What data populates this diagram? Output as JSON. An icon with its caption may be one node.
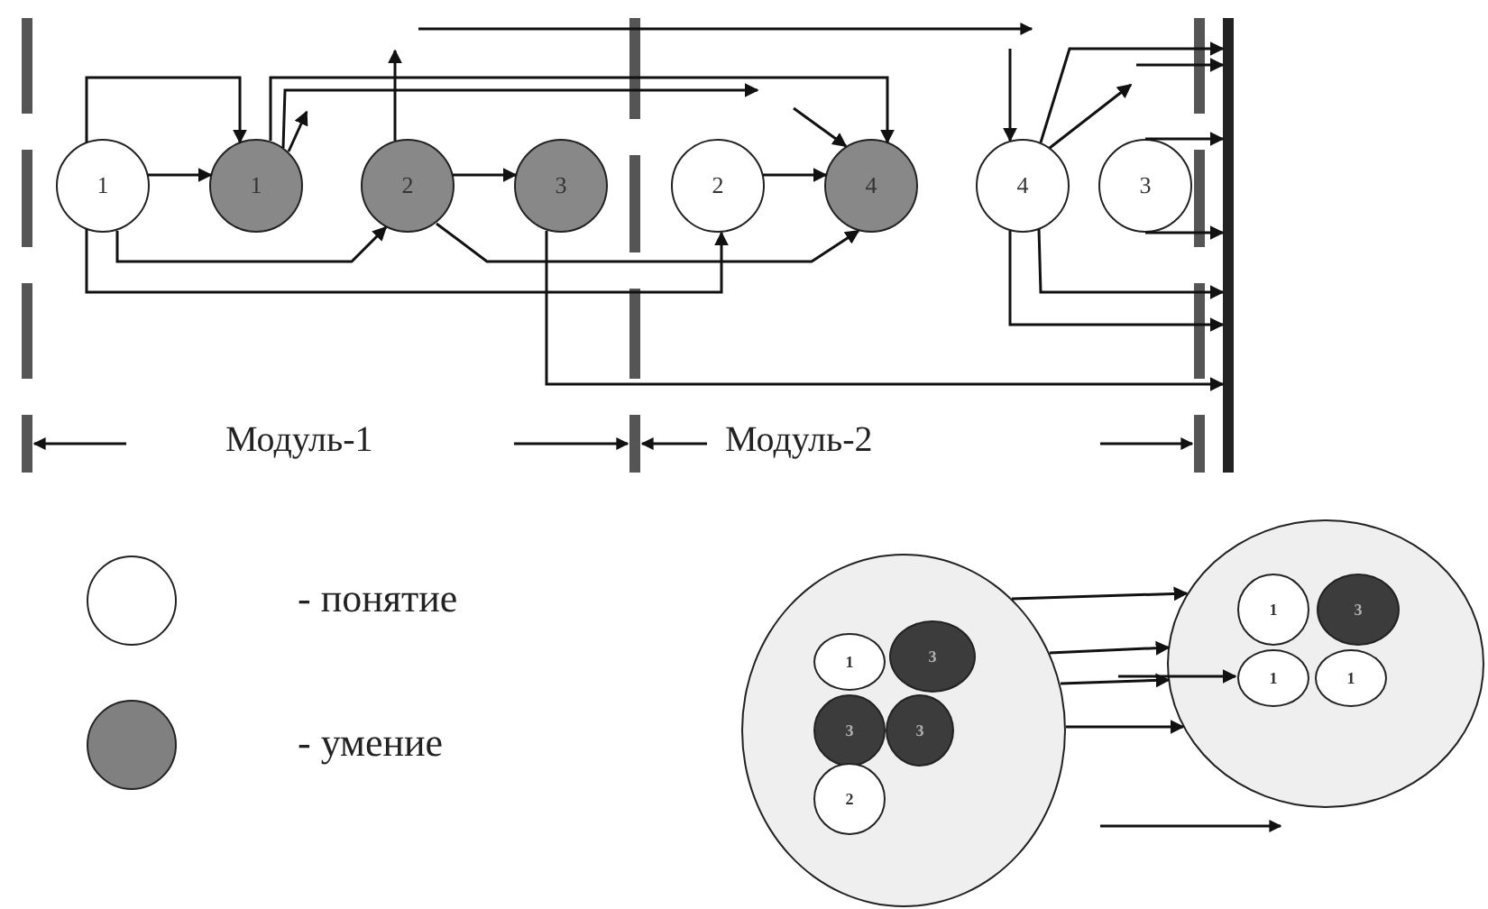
{
  "diagram": {
    "nodes": [
      {
        "text": [
          "1"
        ]
      },
      {
        "text": [
          "1"
        ]
      },
      {
        "text": [
          "2"
        ]
      },
      {
        "text": [
          "3"
        ]
      },
      {
        "text": [
          "2"
        ]
      },
      {
        "text": [
          "4"
        ]
      },
      {
        "text": [
          "4"
        ]
      },
      {
        "text": [
          "3"
        ]
      },
      {
        "text": [],
        "shape": "bar"
      },
      {
        "text": [],
        "shape": "circle"
      },
      {
        "text": [
          "1"
        ],
        "in": 9
      },
      {
        "text": [
          "3"
        ],
        "in": 9
      },
      {
        "text": [
          "3"
        ],
        "in": 9
      },
      {
        "text": [
          "3"
        ],
        "in": 9
      },
      {
        "text": [
          "2"
        ],
        "in": 9
      },
      {
        "text": [],
        "shape": "circle"
      },
      {
        "text": [
          "1"
        ],
        "in": 15
      },
      {
        "text": [
          "3"
        ],
        "in": 15
      },
      {
        "text": [
          "1"
        ],
        "in": 15
      },
      {
        "text": [
          "1"
        ],
        "in": 15
      }
    ],
    "edges": [
      {
        "from": 0,
        "to": 1,
        "arrow": "to"
      },
      {
        "from": 0,
        "to": 1,
        "arrow": "to"
      },
      {
        "from": 1,
        "to": 5,
        "arrow": "to"
      },
      {
        "from": 1,
        "to": null,
        "arrow": "to"
      },
      {
        "from": 1,
        "to": null,
        "arrow": "to"
      },
      {
        "from": 2,
        "to": null,
        "arrow": "to"
      },
      {
        "from": null,
        "to": 6,
        "arrow": "to"
      },
      {
        "from": 2,
        "to": 3,
        "arrow": "to"
      },
      {
        "from": 2,
        "to": 5,
        "arrow": "to"
      },
      {
        "from": 0,
        "to": 2,
        "arrow": "to"
      },
      {
        "from": 0,
        "to": 4,
        "arrow": "to"
      },
      {
        "from": 3,
        "to": 8,
        "arrow": "to"
      },
      {
        "from": null,
        "to": 5,
        "arrow": "to"
      },
      {
        "from": 4,
        "to": 5,
        "arrow": "to"
      },
      {
        "from": 6,
        "to": 8,
        "arrow": "to"
      },
      {
        "from": 6,
        "to": null,
        "arrow": "to"
      },
      {
        "from": null,
        "to": 8,
        "arrow": "to"
      },
      {
        "from": 7,
        "to": 8,
        "arrow": "to"
      },
      {
        "from": 7,
        "to": 8,
        "arrow": "to"
      },
      {
        "from": 6,
        "to": 8,
        "arrow": "to"
      },
      {
        "from": 6,
        "to": 8,
        "arrow": "to"
      },
      {
        "from": 9,
        "to": 15,
        "arrow": "to"
      },
      {
        "from": 9,
        "to": 15,
        "arrow": "to"
      },
      {
        "from": 9,
        "to": 15,
        "arrow": "to"
      },
      {
        "from": null,
        "to": 18,
        "arrow": "to"
      },
      {
        "from": 9,
        "to": 15,
        "arrow": "to"
      }
    ],
    "labels": [
      "Модуль-1",
      "Модуль-2"
    ],
    "legend": [
      {
        "text": "- понятие",
        "color": "#ffffff"
      },
      {
        "text": "- умение",
        "color": "#808080"
      }
    ]
  }
}
